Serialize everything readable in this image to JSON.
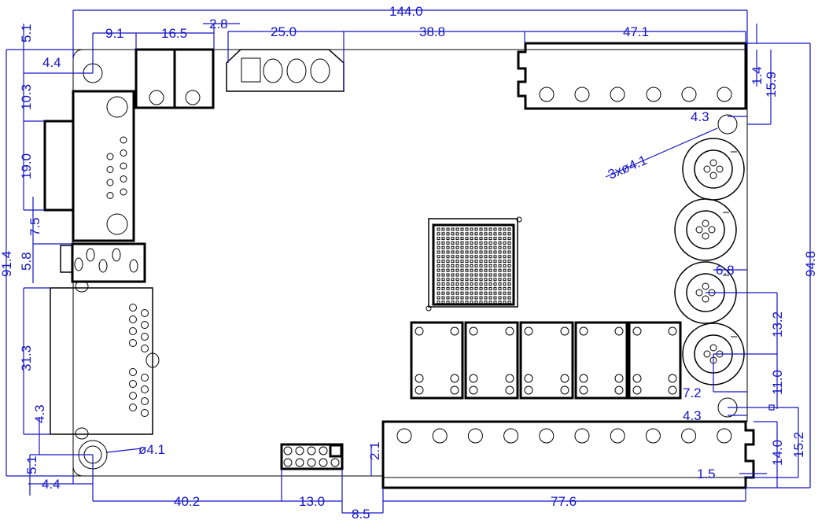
{
  "colors": {
    "dimension": "#1414c8",
    "outline": "#000000",
    "background": "#ffffff"
  },
  "dimensions": {
    "overall_width": "144.0",
    "hole_to_db9": "9.1",
    "jack_block_width": "16.5",
    "gap_to_power": "2.8",
    "power_conn_width": "25.0",
    "power_to_terminal": "38.8",
    "top_terminal_width": "47.1",
    "top_hole_offset_y": "5.1",
    "top_hole_offset_x": "4.4",
    "db9_offset": "10.3",
    "db9_flange": "19.0",
    "db9_gap": "7.5",
    "audio_jack": "5.8",
    "overall_height_left": "91.4",
    "lower_conn": "31.3",
    "lower_gap": "4.3",
    "bottom_hole_offset_y": "5.1",
    "bottom_hole_offset_x": "4.4",
    "bottom_hole_dia": "ø4.1",
    "hole_to_header": "40.2",
    "header_width": "13.0",
    "header_to_terminal": "8.5",
    "terminal_overhang": "2.1",
    "bottom_terminal_width": "77.6",
    "bottom_terminal_notch": "1.5",
    "bottom_terminal_depth": "14.0",
    "right_hole_to_edge": "15.2",
    "right_hole_offset": "4.3",
    "round_conn_offset": "7.2",
    "round_pitch_1": "11.0",
    "round_pitch_2": "13.2",
    "round_conn_edge": "6.8",
    "overall_height_right": "94.8",
    "mount_holes": "3xø4.1",
    "top_right_hole_offset": "4.3",
    "top_terminal_overhang": "1.4",
    "top_terminal_depth": "15.9"
  }
}
